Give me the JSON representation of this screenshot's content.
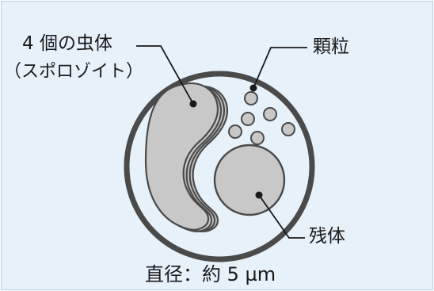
{
  "labels": {
    "sporozoites_line1": "4 個の虫体",
    "sporozoites_line2": "（スポロゾイト）",
    "granules": "顆粒",
    "residual_body": "残体",
    "diameter": "直径：約 5 µm"
  },
  "colors": {
    "background": "#e6f1fa",
    "outline": "#4a4a4a",
    "fill": "#c8c8c8",
    "leader_line": "#1a1a1a"
  }
}
